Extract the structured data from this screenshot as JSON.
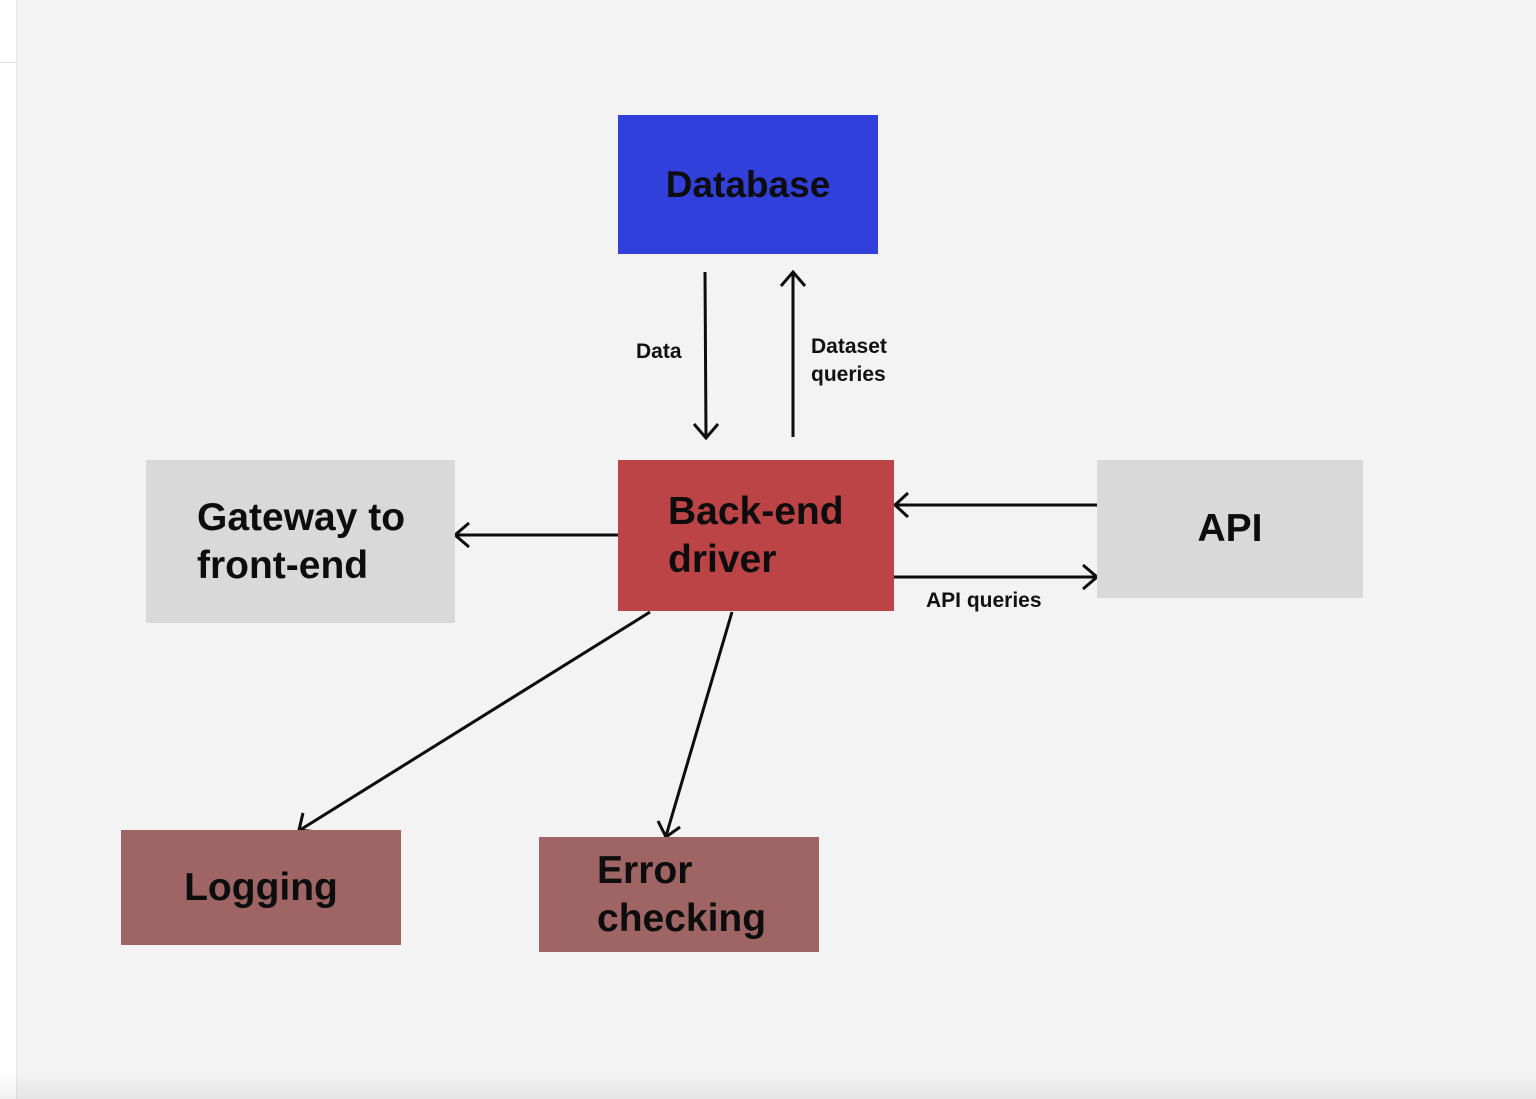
{
  "colors": {
    "background": "#f4f3f4",
    "database": "#3140db",
    "driver": "#bd4446",
    "neutral": "#d9d9d9",
    "muted_red": "#9f6565",
    "stroke": "#0d0d0d"
  },
  "nodes": {
    "database": {
      "label": "Database"
    },
    "driver": {
      "label": "Back-end\ndriver"
    },
    "gateway": {
      "label": "Gateway to\nfront-end"
    },
    "api": {
      "label": "API"
    },
    "logging": {
      "label": "Logging"
    },
    "error": {
      "label": "Error\nchecking"
    }
  },
  "edges": [
    {
      "from": "database",
      "to": "driver",
      "label": "Data"
    },
    {
      "from": "driver",
      "to": "database",
      "label": "Dataset\nqueries"
    },
    {
      "from": "driver",
      "to": "gateway",
      "label": ""
    },
    {
      "from": "api",
      "to": "driver",
      "label": ""
    },
    {
      "from": "driver",
      "to": "api",
      "label": "API queries"
    },
    {
      "from": "driver",
      "to": "logging",
      "label": ""
    },
    {
      "from": "driver",
      "to": "error",
      "label": ""
    }
  ]
}
